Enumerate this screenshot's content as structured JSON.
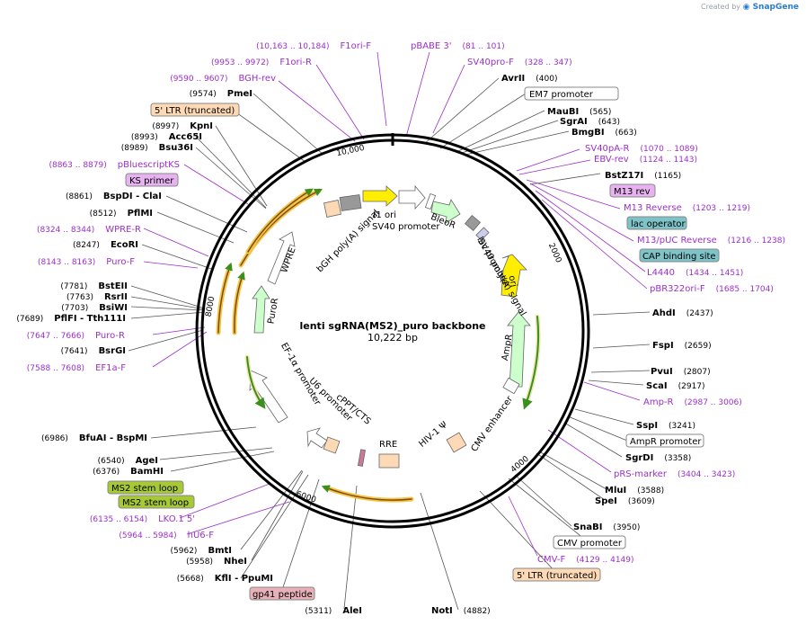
{
  "credit": {
    "prefix": "Created by",
    "brand": "SnapGene"
  },
  "plasmid": {
    "name": "lenti sgRNA(MS2)_puro backbone",
    "length_label": "10,222 bp"
  },
  "ticks": [
    "2000",
    "4000",
    "6000",
    "8000",
    "10,000"
  ],
  "colors": {
    "primer": "#9b2fc9",
    "enzyme": "#000000",
    "ring": "#000000",
    "orf": "#f5c542",
    "promoter": "#ffffff",
    "origin": "#ffee00",
    "marker": "#ccffcc",
    "ltr": "#fdd9b5"
  },
  "enzymes": [
    {
      "name": "AvrII",
      "pos": "(400)"
    },
    {
      "name": "MauBI",
      "pos": "(565)"
    },
    {
      "name": "SgrAI",
      "pos": "(643)"
    },
    {
      "name": "BmgBI",
      "pos": "(663)"
    },
    {
      "name": "BstZ17I",
      "pos": "(1165)"
    },
    {
      "name": "AhdI",
      "pos": "(2437)"
    },
    {
      "name": "FspI",
      "pos": "(2659)"
    },
    {
      "name": "PvuI",
      "pos": "(2807)"
    },
    {
      "name": "ScaI",
      "pos": "(2917)"
    },
    {
      "name": "SspI",
      "pos": "(3241)"
    },
    {
      "name": "SgrDI",
      "pos": "(3358)"
    },
    {
      "name": "MluI",
      "pos": "(3588)"
    },
    {
      "name": "SpeI",
      "pos": "(3609)"
    },
    {
      "name": "SnaBI",
      "pos": "(3950)"
    },
    {
      "name": "NotI",
      "pos": "(4882)"
    },
    {
      "name": "AleI",
      "pos": "(5311)"
    },
    {
      "name": "KflI - PpuMI",
      "pos": "(5668)"
    },
    {
      "name": "NheI",
      "pos": "(5958)"
    },
    {
      "name": "BmtI",
      "pos": "(5962)"
    },
    {
      "name": "BamHI",
      "pos": "(6376)"
    },
    {
      "name": "AgeI",
      "pos": "(6540)"
    },
    {
      "name": "BfuAI - BspMI",
      "pos": "(6986)"
    },
    {
      "name": "BsrGI",
      "pos": "(7641)"
    },
    {
      "name": "PflFI - Tth111I",
      "pos": "(7689)"
    },
    {
      "name": "BsiWI",
      "pos": "(7703)"
    },
    {
      "name": "RsrII",
      "pos": "(7763)"
    },
    {
      "name": "BstEII",
      "pos": "(7781)"
    },
    {
      "name": "EcoRI",
      "pos": "(8247)"
    },
    {
      "name": "PflMI",
      "pos": "(8512)"
    },
    {
      "name": "BspDI - ClaI",
      "pos": "(8861)"
    },
    {
      "name": "Bsu36I",
      "pos": "(8989)"
    },
    {
      "name": "Acc65I",
      "pos": "(8993)"
    },
    {
      "name": "KpnI",
      "pos": "(8997)"
    },
    {
      "name": "PmeI",
      "pos": "(9574)"
    }
  ],
  "primers": [
    {
      "name": "F1ori-F",
      "pos": "(10,163 .. 10,184)"
    },
    {
      "name": "pBABE 3'",
      "pos": "(81 .. 101)"
    },
    {
      "name": "SV40pro-F",
      "pos": "(328 .. 347)"
    },
    {
      "name": "F1ori-R",
      "pos": "(9953 .. 9972)"
    },
    {
      "name": "BGH-rev",
      "pos": "(9590 .. 9607)"
    },
    {
      "name": "SV40pA-R",
      "pos": "(1070 .. 1089)"
    },
    {
      "name": "EBV-rev",
      "pos": "(1124 .. 1143)"
    },
    {
      "name": "M13 Reverse",
      "pos": "(1203 .. 1219)"
    },
    {
      "name": "M13/pUC Reverse",
      "pos": "(1216 .. 1238)"
    },
    {
      "name": "L4440",
      "pos": "(1434 .. 1451)"
    },
    {
      "name": "pBR322ori-F",
      "pos": "(1685 .. 1704)"
    },
    {
      "name": "Amp-R",
      "pos": "(2987 .. 3006)"
    },
    {
      "name": "pRS-marker",
      "pos": "(3404 .. 3423)"
    },
    {
      "name": "CMV-F",
      "pos": "(4129 .. 4149)"
    },
    {
      "name": "pBluescriptKS",
      "pos": "(8863 .. 8879)"
    },
    {
      "name": "WPRE-R",
      "pos": "(8324 .. 8344)"
    },
    {
      "name": "Puro-F",
      "pos": "(8143 .. 8163)"
    },
    {
      "name": "Puro-R",
      "pos": "(7647 .. 7666)"
    },
    {
      "name": "EF1a-F",
      "pos": "(7588 .. 7608)"
    },
    {
      "name": "LKO.1 5'",
      "pos": "(6135 .. 6154)"
    },
    {
      "name": "hU6-F",
      "pos": "(5964 .. 5984)"
    }
  ],
  "boxed_labels": [
    {
      "name": "EM7 promoter"
    },
    {
      "name": "5' LTR (truncated)"
    },
    {
      "name": "KS primer"
    },
    {
      "name": "M13 rev"
    },
    {
      "name": "lac operator"
    },
    {
      "name": "CAP binding site"
    },
    {
      "name": "AmpR promoter"
    },
    {
      "name": "CMV promoter"
    },
    {
      "name": "5' LTR (truncated)"
    },
    {
      "name": "MS2 stem loop"
    },
    {
      "name": "MS2 stem loop"
    },
    {
      "name": "gp41 peptide"
    }
  ],
  "features": [
    "f1 ori",
    "SV40 promoter",
    "BleoR",
    "lac promoter",
    "SV40 poly(A) signal",
    "ori",
    "AmpR",
    "CMV enhancer",
    "HIV-1 Ψ",
    "RRE",
    "cPPT/CTS",
    "U6 promoter",
    "EF-1α promoter",
    "PuroR",
    "WPRE",
    "bGH poly(A) signal"
  ]
}
